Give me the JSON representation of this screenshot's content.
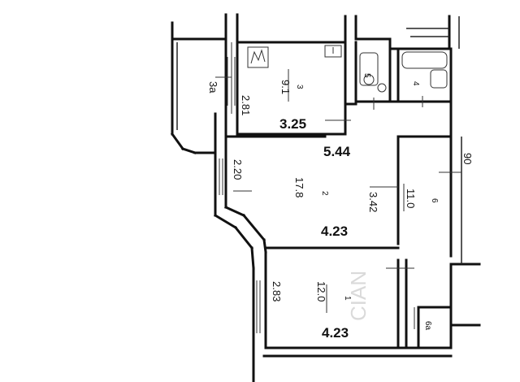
{
  "rooms": [
    {
      "id": "3a",
      "number": "3а"
    },
    {
      "id": "3",
      "number": "3",
      "area": "9.1",
      "width": "2.81",
      "length": "3.25"
    },
    {
      "id": "5",
      "number": "5"
    },
    {
      "id": "4",
      "number": "4"
    },
    {
      "id": "2",
      "number": "2",
      "area": "17.8",
      "width": "2.20",
      "length": "5.44",
      "depth": "3.42",
      "lower": "4.23"
    },
    {
      "id": "6",
      "number": "6",
      "area": "11.0",
      "extra": "90"
    },
    {
      "id": "1",
      "number": "1",
      "area": "12.0",
      "width": "2.83",
      "length": "4.23"
    },
    {
      "id": "6a",
      "number": "6а"
    }
  ],
  "watermark": "CIAN"
}
